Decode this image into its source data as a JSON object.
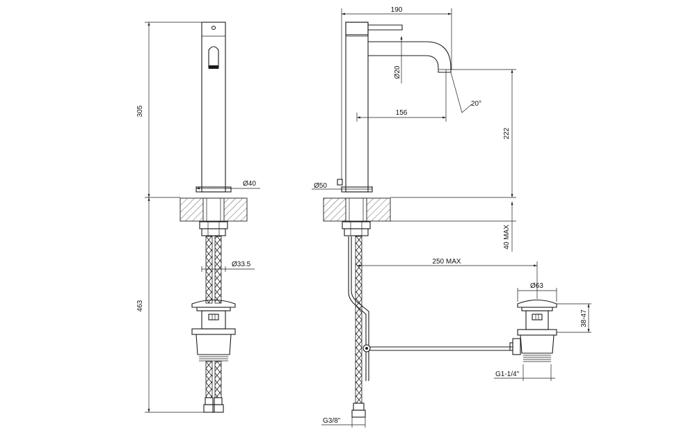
{
  "dimensions": {
    "spout_reach_total": "190",
    "lever_diameter": "Ø20",
    "spout_reach": "156",
    "spout_angle": "20°",
    "spout_height": "222",
    "body_height": "305",
    "body_diameter": "Ø40",
    "base_diameter": "Ø50",
    "deck_thickness": "40 MAX",
    "shank_diameter": "Ø33.5",
    "under_deck_length": "463",
    "waste_distance": "250 MAX",
    "waste_cap_diameter": "Ø63",
    "waste_height_range": "38-47",
    "waste_thread": "G1-1/4\"",
    "hose_thread": "G3/8\""
  }
}
